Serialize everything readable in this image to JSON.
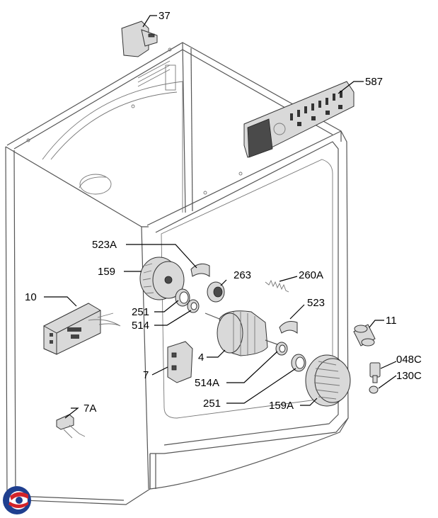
{
  "diagram": {
    "callouts": [
      {
        "id": "37",
        "label": "37"
      },
      {
        "id": "587",
        "label": "587"
      },
      {
        "id": "523A",
        "label": "523A"
      },
      {
        "id": "159",
        "label": "159"
      },
      {
        "id": "263",
        "label": "263"
      },
      {
        "id": "260A",
        "label": "260A"
      },
      {
        "id": "10",
        "label": "10"
      },
      {
        "id": "251a",
        "label": "251"
      },
      {
        "id": "514a",
        "label": "514"
      },
      {
        "id": "523",
        "label": "523"
      },
      {
        "id": "11",
        "label": "11"
      },
      {
        "id": "4",
        "label": "4"
      },
      {
        "id": "048C",
        "label": "048C"
      },
      {
        "id": "7",
        "label": "7"
      },
      {
        "id": "514A",
        "label": "514A"
      },
      {
        "id": "130C",
        "label": "130C"
      },
      {
        "id": "251b",
        "label": "251"
      },
      {
        "id": "159A",
        "label": "159A"
      },
      {
        "id": "7A",
        "label": "7A"
      }
    ],
    "colors": {
      "line": "#555555",
      "part": "#d9d9d9",
      "logo_blue": "#1f3f8f",
      "logo_red": "#d2232a"
    }
  }
}
